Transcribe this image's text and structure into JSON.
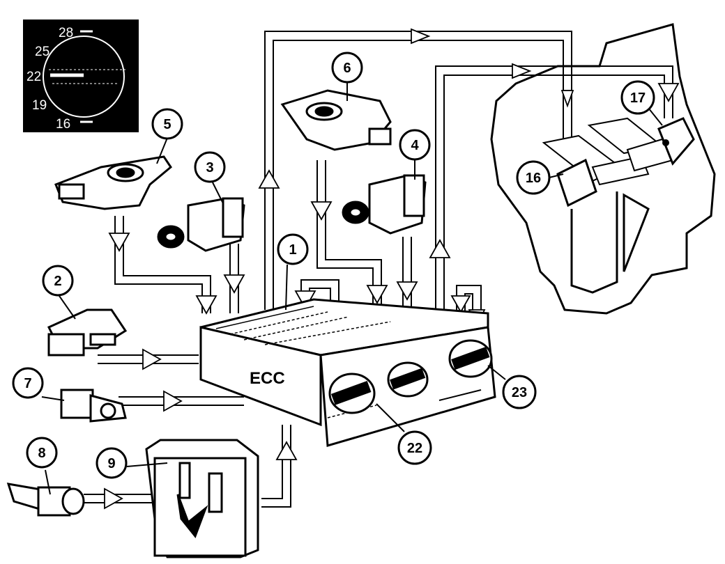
{
  "module_label": "ECC",
  "callouts": {
    "c1": "1",
    "c2": "2",
    "c3": "3",
    "c4": "4",
    "c5": "5",
    "c6": "6",
    "c7": "7",
    "c8": "8",
    "c9": "9",
    "c16": "16",
    "c17": "17",
    "c22": "22",
    "c23": "23"
  },
  "temperature_dial": {
    "ticks": [
      "28",
      "25",
      "22",
      "19",
      "16"
    ],
    "selected": "22"
  }
}
